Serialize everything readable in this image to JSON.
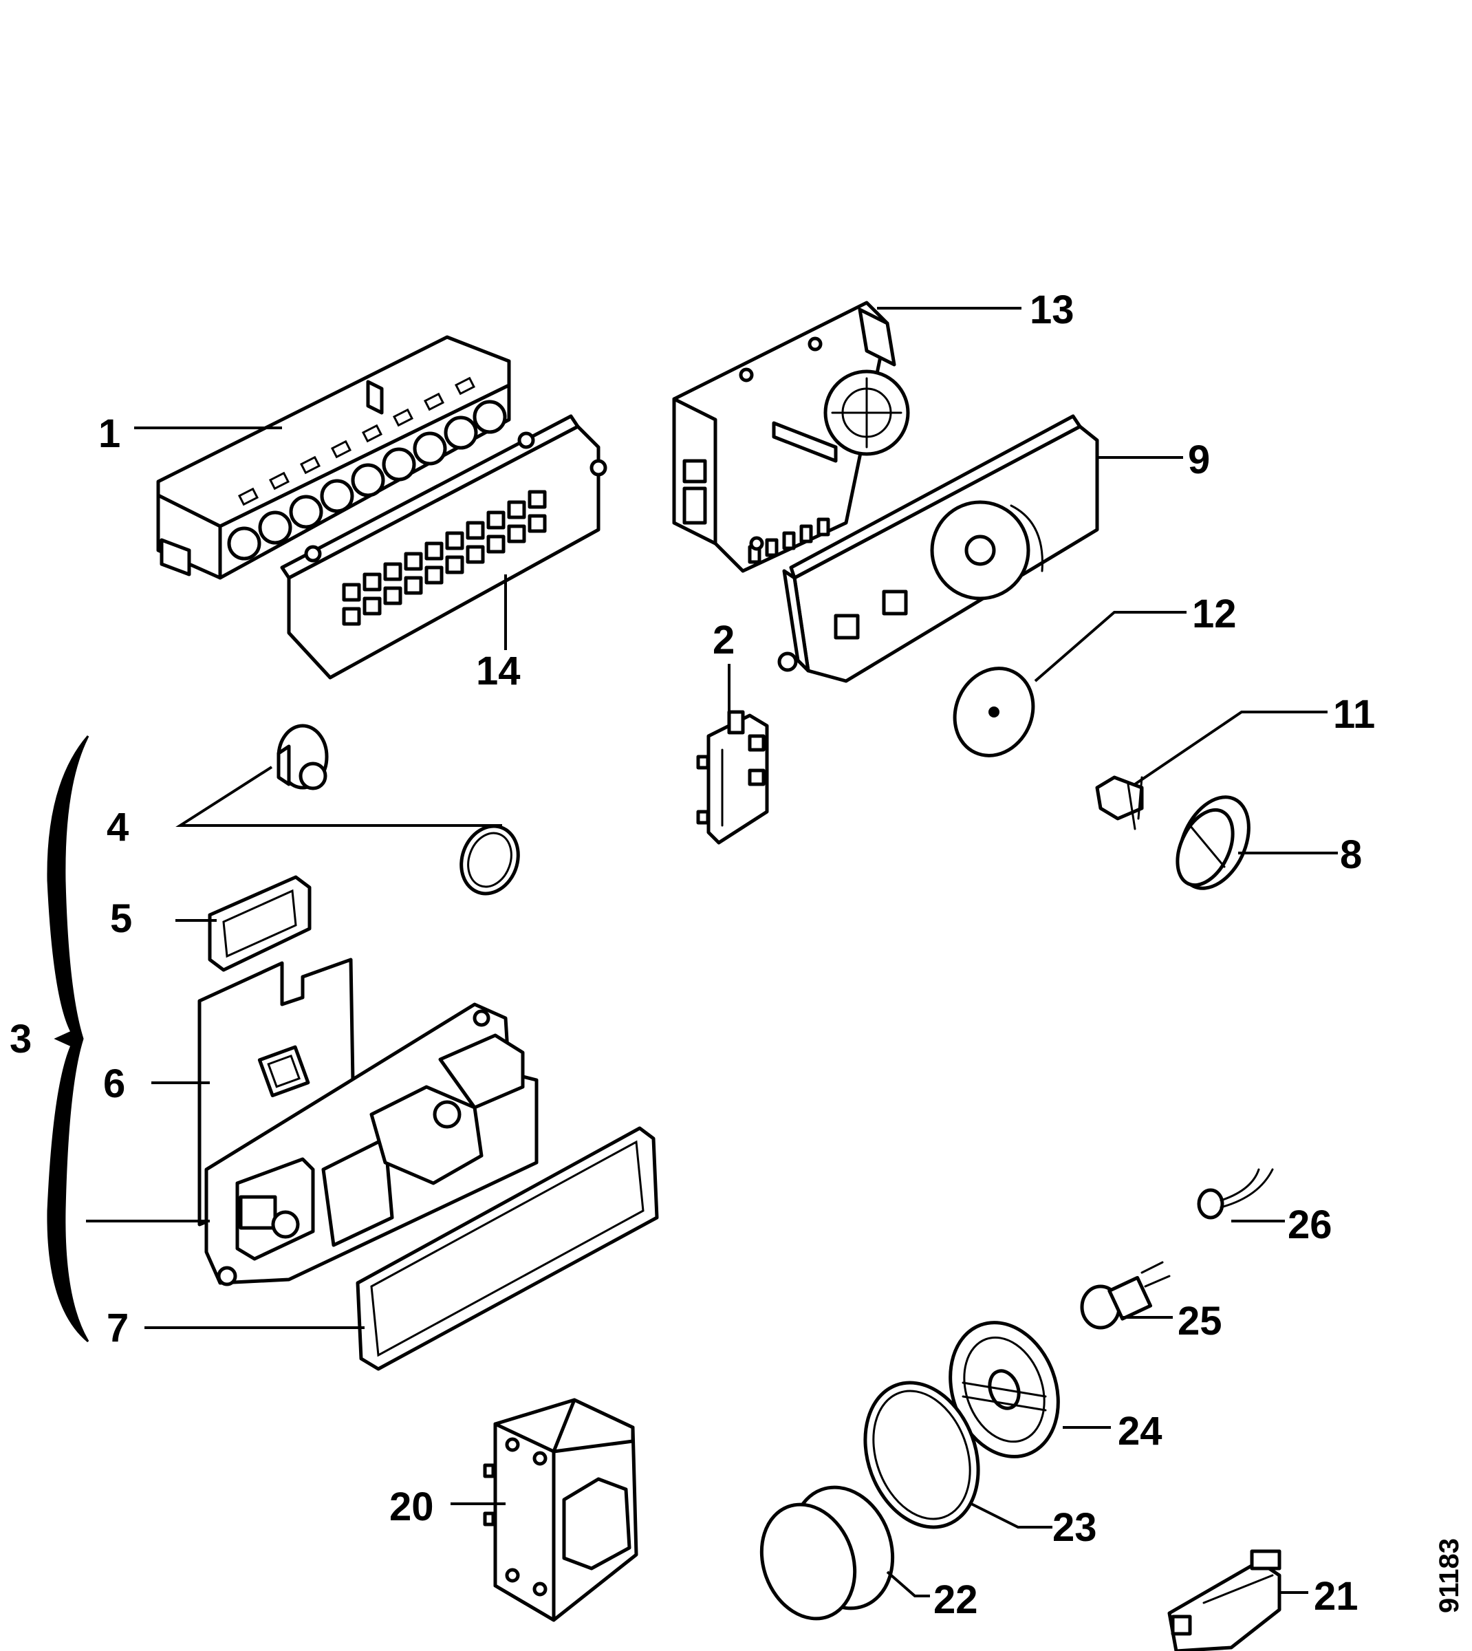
{
  "labels": {
    "l1": "1",
    "l2": "2",
    "l3": "3",
    "l4": "4",
    "l5": "5",
    "l6": "6",
    "l7": "7",
    "l8": "8",
    "l9": "9",
    "l11": "11",
    "l12": "12",
    "l13": "13",
    "l14": "14",
    "l20": "20",
    "l21": "21",
    "l22": "22",
    "l23": "23",
    "l24": "24",
    "l25": "25",
    "l26": "26"
  },
  "drawing_code": "91183",
  "colors": {
    "ink": "#000000",
    "paper": "#ffffff"
  }
}
